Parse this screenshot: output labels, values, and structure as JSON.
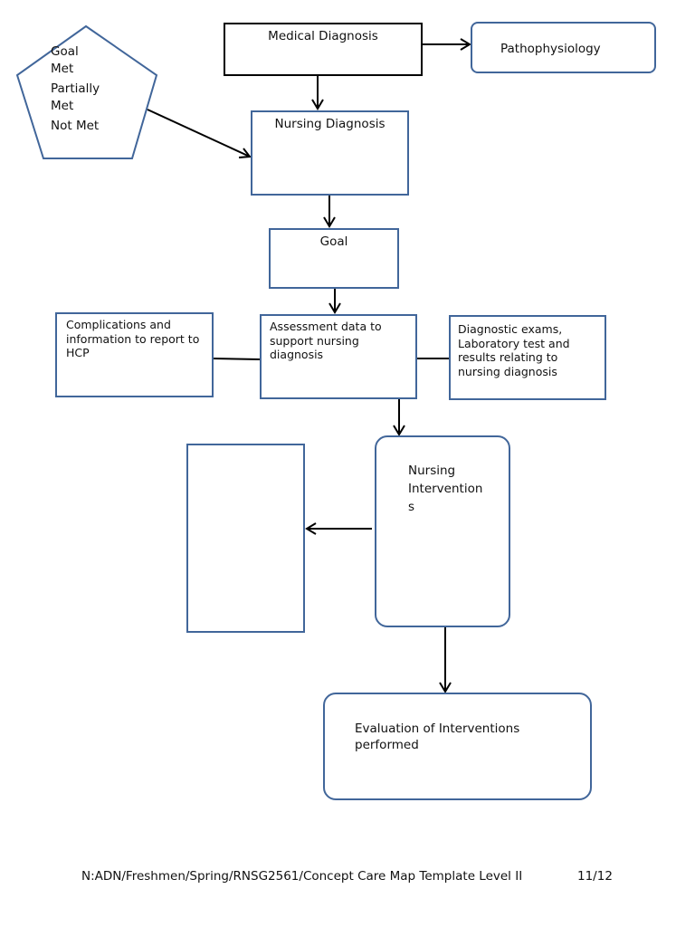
{
  "nodes": {
    "medical_diagnosis": "Medical Diagnosis",
    "pathophysiology": "Pathophysiology",
    "goal_status": {
      "goal_met": "Goal\nMet",
      "partially_met": "Partially\nMet",
      "not_met": "Not Met"
    },
    "nursing_diagnosis": "Nursing Diagnosis",
    "goal": "Goal",
    "complications": "Complications and\ninformation to report to\nHCP",
    "assessment_data": "Assessment data to\nsupport nursing\ndiagnosis",
    "diagnostic_exams": "Diagnostic exams,\n Laboratory test and\nresults relating to\nnursing diagnosis",
    "nursing_interventions": "Nursing\nIntervention\ns",
    "rationale_box": "",
    "evaluation": "Evaluation of Interventions\nperformed"
  },
  "footer": {
    "path": "N:ADN/Freshmen/Spring/RNSG2561/Concept Care Map Template Level II",
    "date": "11/12"
  },
  "colors": {
    "box_border": "#41669a",
    "medical_border": "#000000",
    "connector": "#000000"
  }
}
